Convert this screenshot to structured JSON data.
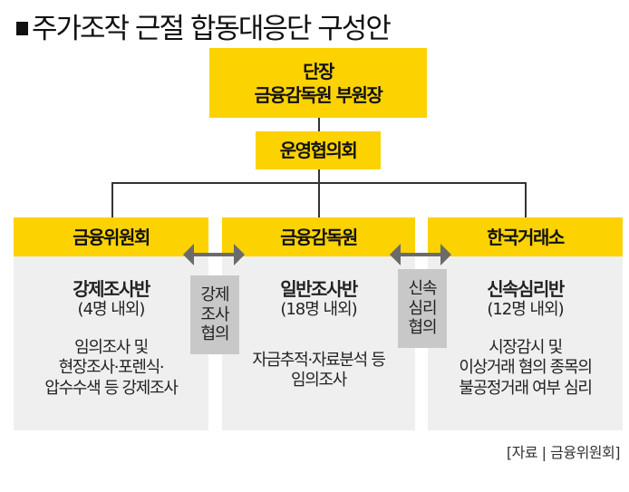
{
  "title": "주가조작 근절 합동대응단 구성안",
  "head": {
    "line1": "단장",
    "line2": "금융감독원 부원장"
  },
  "council": "운영협의회",
  "columns": [
    {
      "org": "금융위원회",
      "team": "강제조사반",
      "count": "(4명 내외)",
      "desc": [
        "임의조사 및",
        "현장조사·포렌식·",
        "압수수색 등 강제조사"
      ]
    },
    {
      "org": "금융감독원",
      "team": "일반조사반",
      "count": "(18명 내외)",
      "desc": [
        "자금추적·자료분석 등",
        "임의조사"
      ]
    },
    {
      "org": "한국거래소",
      "team": "신속심리반",
      "count": "(12명 내외)",
      "desc": [
        "시장감시 및",
        "이상거래 혐의 종목의",
        "불공정거래 여부 심리"
      ]
    }
  ],
  "links": [
    {
      "lines": [
        "강제",
        "조사",
        "협의"
      ]
    },
    {
      "lines": [
        "신속",
        "심리",
        "협의"
      ]
    }
  ],
  "source": "[자료 | 금융위원회]",
  "colors": {
    "yellow": "#fcd200",
    "body": "#efefef",
    "label": "#c8c8c8",
    "arrow": "#6b6b6b"
  }
}
